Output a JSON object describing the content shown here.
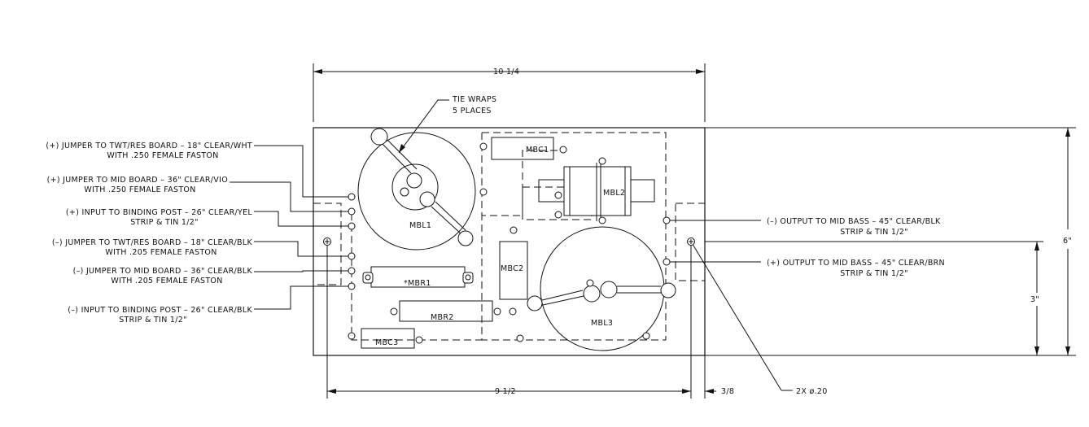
{
  "dimensions": {
    "overall_width": "10 1/4",
    "hole_spacing": "9 1/2",
    "edge_offset": "3/8",
    "overall_height": "6\"",
    "hole_height": "3\"",
    "hole_callout": "2X ø.20"
  },
  "note": {
    "line1": "TIE WRAPS",
    "line2": "5 PLACES"
  },
  "components": {
    "mbl1": "MBL1",
    "mbl2": "MBL2",
    "mbl3": "MBL3",
    "mbc1": "MBC1",
    "mbc2": "MBC2",
    "mbc3": "MBC3",
    "mbr1": "*MBR1",
    "mbr2": "MBR2"
  },
  "wires_left": [
    {
      "line1": "(+) JUMPER TO TWT/RES BOARD – 18\" CLEAR/WHT",
      "line2": "WITH .250 FEMALE FASTON"
    },
    {
      "line1": "(+) JUMPER TO MID BOARD – 36\" CLEAR/VIO",
      "line2": "WITH .250 FEMALE FASTON"
    },
    {
      "line1": "(+) INPUT TO BINDING POST – 26\" CLEAR/YEL",
      "line2": "STRIP & TIN 1/2\""
    },
    {
      "line1": "(–) JUMPER TO TWT/RES BOARD – 18\" CLEAR/BLK",
      "line2": "WITH .205 FEMALE FASTON"
    },
    {
      "line1": "(–) JUMPER TO MID BOARD – 36\" CLEAR/BLK",
      "line2": "WITH .205 FEMALE FASTON"
    },
    {
      "line1": "(–) INPUT TO BINDING POST – 26\" CLEAR/BLK",
      "line2": "STRIP & TIN 1/2\""
    }
  ],
  "wires_right": [
    {
      "line1": "(–) OUTPUT TO MID BASS – 45\" CLEAR/BLK",
      "line2": "STRIP & TIN 1/2\""
    },
    {
      "line1": "(+) OUTPUT TO MID BASS – 45\" CLEAR/BRN",
      "line2": "STRIP & TIN 1/2\""
    }
  ]
}
